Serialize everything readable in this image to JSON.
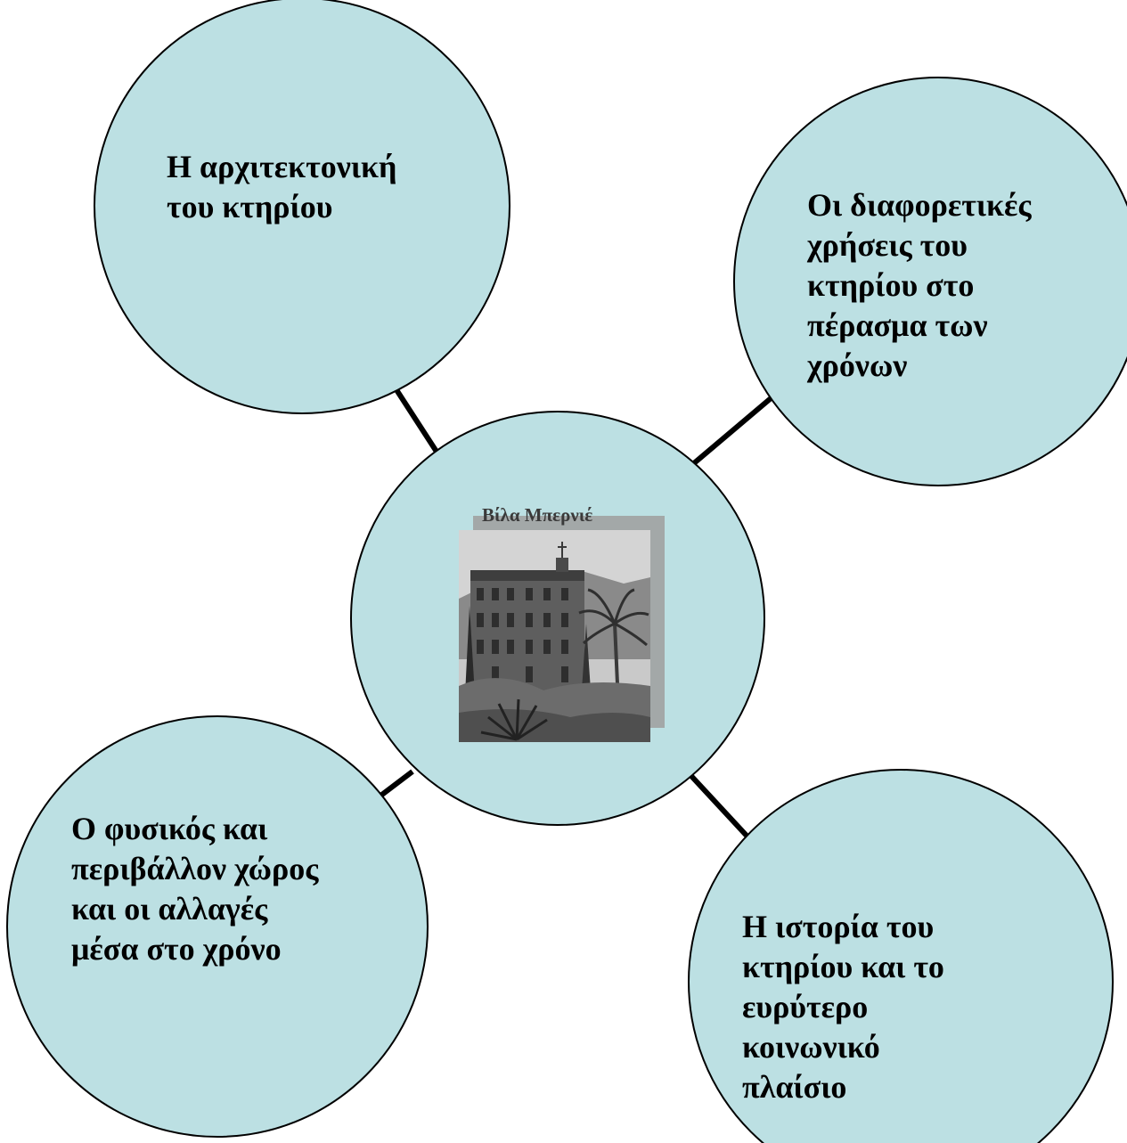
{
  "colors": {
    "circle_fill": "#bce0e3",
    "circle_stroke": "#000000",
    "connector": "#000000",
    "photo_shadow": "#a3a8a8"
  },
  "center": {
    "title": "Βίλα Μπερνιέ",
    "photo": "villa-bernier-engraving"
  },
  "nodes": {
    "top_left": "Η αρχιτεκτονική\nτου κτηρίου",
    "top_right": "Οι διαφορετικές\nχρήσεις του\nκτηρίου στο\nπέρασμα των\nχρόνων",
    "bottom_left": "Ο φυσικός και\nπεριβάλλον χώρος\nκαι οι αλλαγές\nμέσα στο χρόνο",
    "bottom_right": "Η ιστορία του\nκτηρίου και το\nευρύτερο\nκοινωνικό\nπλαίσιο"
  }
}
